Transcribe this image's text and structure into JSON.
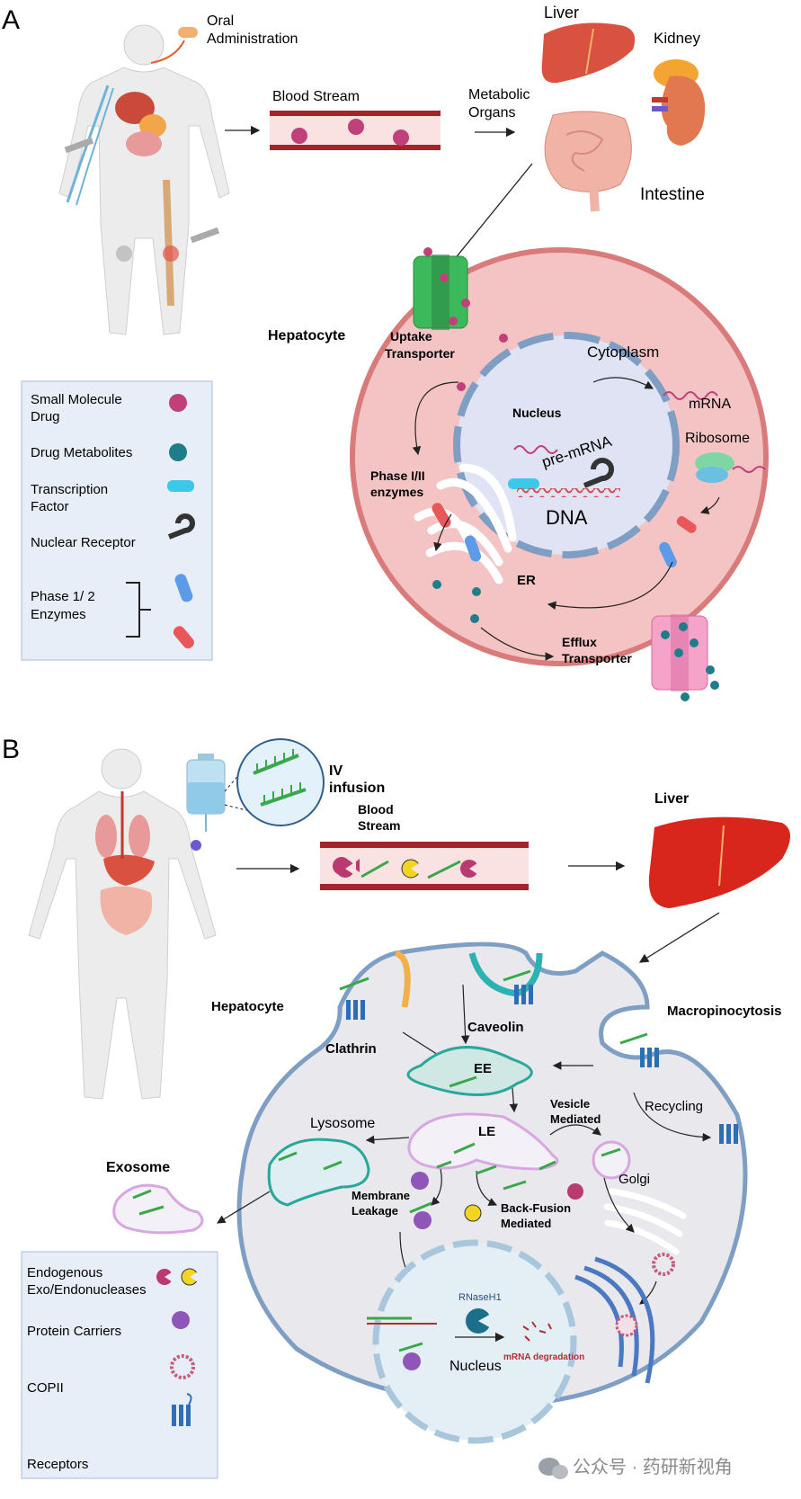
{
  "panel_a": {
    "letter": "A",
    "oral": [
      "Oral",
      "Administration"
    ],
    "blood_stream": "Blood Stream",
    "metabolic": [
      "Metabolic",
      "Organs"
    ],
    "liver": "Liver",
    "kidney": "Kidney",
    "intestine": "Intestine",
    "hepatocyte": "Hepatocyte",
    "uptake": [
      "Uptake",
      "Transporter"
    ],
    "cytoplasm": "Cytoplasm",
    "nucleus": "Nucleus",
    "pre_mrna": "pre-mRNA",
    "mrna": "mRNA",
    "ribosome": "Ribosome",
    "dna": "DNA",
    "phase_enzymes": [
      "Phase I/II",
      "enzymes"
    ],
    "er": "ER",
    "efflux": [
      "Efflux",
      "Transporter"
    ],
    "legend": {
      "small_molecule": [
        "Small Molecule",
        "Drug"
      ],
      "metabolites": "Drug Metabolites",
      "tf": [
        "Transcription",
        "Factor"
      ],
      "nuclear_receptor": "Nuclear Receptor",
      "phase12": [
        "Phase 1/ 2",
        "Enzymes"
      ]
    }
  },
  "panel_b": {
    "letter": "B",
    "iv": [
      "IV",
      "infusion"
    ],
    "blood_stream": [
      "Blood",
      "Stream"
    ],
    "liver": "Liver",
    "hepatocyte": "Hepatocyte",
    "clathrin": "Clathrin",
    "caveolin": "Caveolin",
    "macropinocytosis": "Macropinocytosis",
    "ee": "EE",
    "le": "LE",
    "vesicle": [
      "Vesicle",
      "Mediated"
    ],
    "recycling": "Recycling",
    "lysosome": "Lysosome",
    "exosome": "Exosome",
    "golgi": "Golgi",
    "membrane_leakage": [
      "Membrane",
      "Leakage"
    ],
    "back_fusion": [
      "Back-Fusion",
      "Mediated"
    ],
    "rnaseh1": "RNaseH1",
    "mrna_degradation": "mRNA degradation",
    "nucleus": "Nucleus",
    "legend": {
      "nucleases": [
        "Endogenous",
        "Exo/Endonucleases"
      ],
      "carriers": "Protein Carriers",
      "copii": "COPII",
      "receptors": "Receptors"
    }
  },
  "watermark": "公众号 · 药研新视角",
  "colors": {
    "drug": "#c2407a",
    "metabolite": "#1f7d8a",
    "tf": "#3cc8e8",
    "receptor": "#2c6fb5",
    "enzyme_blue": "#5b9be8",
    "enzyme_red": "#e8585a",
    "cell_a": "#f4c4c4",
    "cell_a_border": "#d97b7b",
    "cell_b": "#e8e8ed",
    "cell_b_border": "#7f9ec4",
    "aso": "#3aa84a",
    "protein_carrier": "#9055b8",
    "copii": "#c65b7c",
    "legend_bg": "#e7eef8"
  }
}
